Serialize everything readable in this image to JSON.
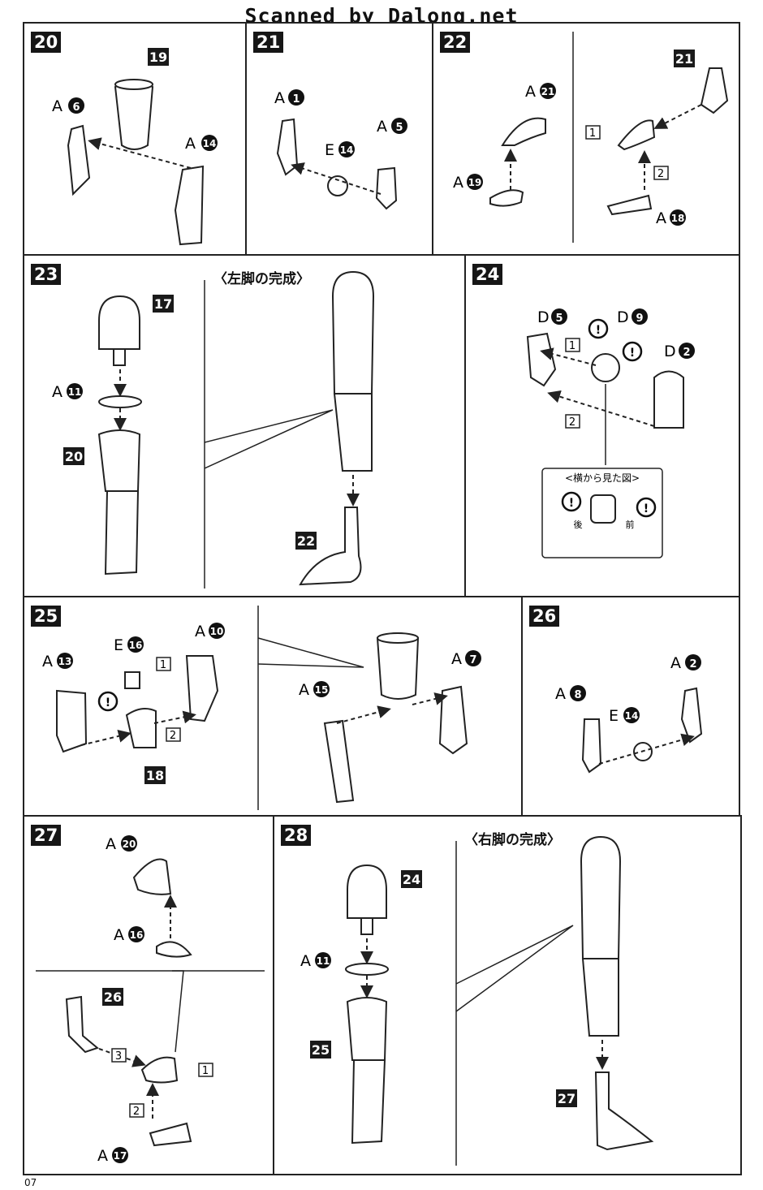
{
  "header": {
    "scan_credit": "Scanned by Dalong.net"
  },
  "page_number": "07",
  "steps": [
    {
      "number": "20",
      "labels": {
        "part_19": "19",
        "a6": "A",
        "a6n": "6",
        "a14": "A",
        "a14n": "14"
      }
    },
    {
      "number": "21",
      "labels": {
        "a1": "A",
        "a1n": "1",
        "e14": "E",
        "e14n": "14",
        "a5": "A",
        "a5n": "5"
      }
    },
    {
      "number": "22",
      "labels": {
        "a21": "A",
        "a21n": "21",
        "a19": "A",
        "a19n": "19",
        "ref21": "21",
        "s1": "1",
        "s2": "2",
        "a18": "A",
        "a18n": "18"
      }
    },
    {
      "number": "23",
      "title": "〈左脚の完成〉",
      "labels": {
        "p17": "17",
        "a11": "A",
        "a11n": "11",
        "p20": "20",
        "p22": "22"
      }
    },
    {
      "number": "24",
      "labels": {
        "d5": "D",
        "d5n": "5",
        "d9": "D",
        "d9n": "9",
        "d2": "D",
        "d2n": "2",
        "s1": "1",
        "s2": "2",
        "inset_title": "<横から見た図>",
        "back": "後",
        "front": "前"
      }
    },
    {
      "number": "25",
      "labels": {
        "a13": "A",
        "a13n": "13",
        "e16": "E",
        "e16n": "16",
        "a10": "A",
        "a10n": "10",
        "s1": "1",
        "s2": "2",
        "p18": "18",
        "a15": "A",
        "a15n": "15",
        "a7": "A",
        "a7n": "7"
      }
    },
    {
      "number": "26",
      "labels": {
        "a2": "A",
        "a2n": "2",
        "a8": "A",
        "a8n": "8",
        "e14": "E",
        "e14n": "14"
      }
    },
    {
      "number": "27",
      "labels": {
        "a20": "A",
        "a20n": "20",
        "a16": "A",
        "a16n": "16",
        "p26": "26",
        "s3": "3",
        "s1": "1",
        "s2": "2",
        "a17": "A",
        "a17n": "17"
      }
    },
    {
      "number": "28",
      "title": "〈右脚の完成〉",
      "labels": {
        "p24": "24",
        "a11": "A",
        "a11n": "11",
        "p25": "25",
        "p27": "27"
      }
    }
  ]
}
